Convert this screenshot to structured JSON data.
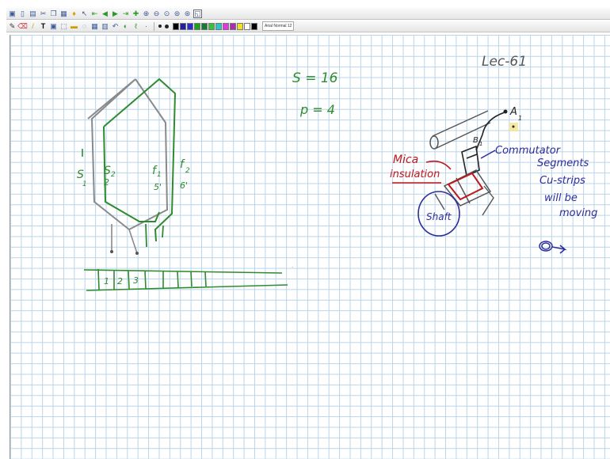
{
  "toolbar": {
    "font_select": "Arial Normal  12",
    "colors": [
      "#000000",
      "#1f1f9f",
      "#2b2bd6",
      "#1aa31a",
      "#0f7f2f",
      "#3bbf3b",
      "#23c8c8",
      "#e23ad8",
      "#b02ab0",
      "#f0e020",
      "#ffffff",
      "#000000"
    ]
  },
  "ink": {
    "lec_title": "Lec-61",
    "s_eq": "S = 16",
    "p_eq": "p = 4",
    "label_s1": "S",
    "label_s1_sub": "1",
    "label_s2": "S",
    "label_s2_sub": "2",
    "label_f1": "f",
    "label_f1_sub": "1",
    "label_5p": "5'",
    "label_f2": "f",
    "label_f2_sub": "2",
    "label_6p": "6'",
    "label_2": "2",
    "seg_1": "1",
    "seg_2": "2",
    "seg_3": "3",
    "a1": "A",
    "a1_sub": "1",
    "b1": "B",
    "b1_sub": "1",
    "commutator": "Commutator",
    "segments": "Segments",
    "cu_strips": "Cu-strips",
    "will_be": "will be",
    "moving": "moving",
    "mica": "Mica",
    "insulation": "insulation",
    "shaft": "Shaft"
  }
}
